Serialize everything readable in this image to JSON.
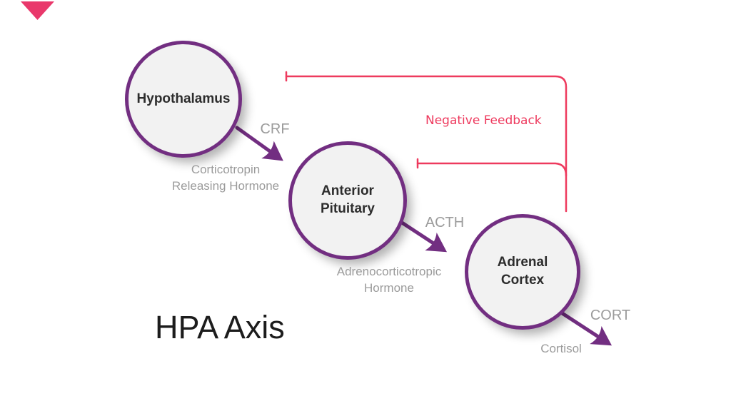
{
  "title": {
    "text": "HPA Axis"
  },
  "nodes": [
    {
      "id": "hypothalamus",
      "label": "Hypothalamus"
    },
    {
      "id": "anterior-pituitary",
      "label": "Anterior Pituitary"
    },
    {
      "id": "adrenal-cortex",
      "label": "Adrenal Cortex"
    }
  ],
  "hormones": [
    {
      "abbr": "CRF",
      "name": "Corticotropin Releasing Hormone"
    },
    {
      "abbr": "ACTH",
      "name": "Adrenocorticotropic Hormone"
    },
    {
      "abbr": "CORT",
      "name": "Cortisol"
    }
  ],
  "feedback": {
    "label": "Negative Feedback"
  },
  "colors": {
    "node_border_purple": "#722e81",
    "node_fill": "#f2f2f2",
    "arrow_purple": "#722e81",
    "feedback_pink": "#ee3a5e",
    "corner_triangle_pink": "#e9386b",
    "hormone_gray": "#9b9b9b",
    "title_black": "#1c1c1c"
  }
}
